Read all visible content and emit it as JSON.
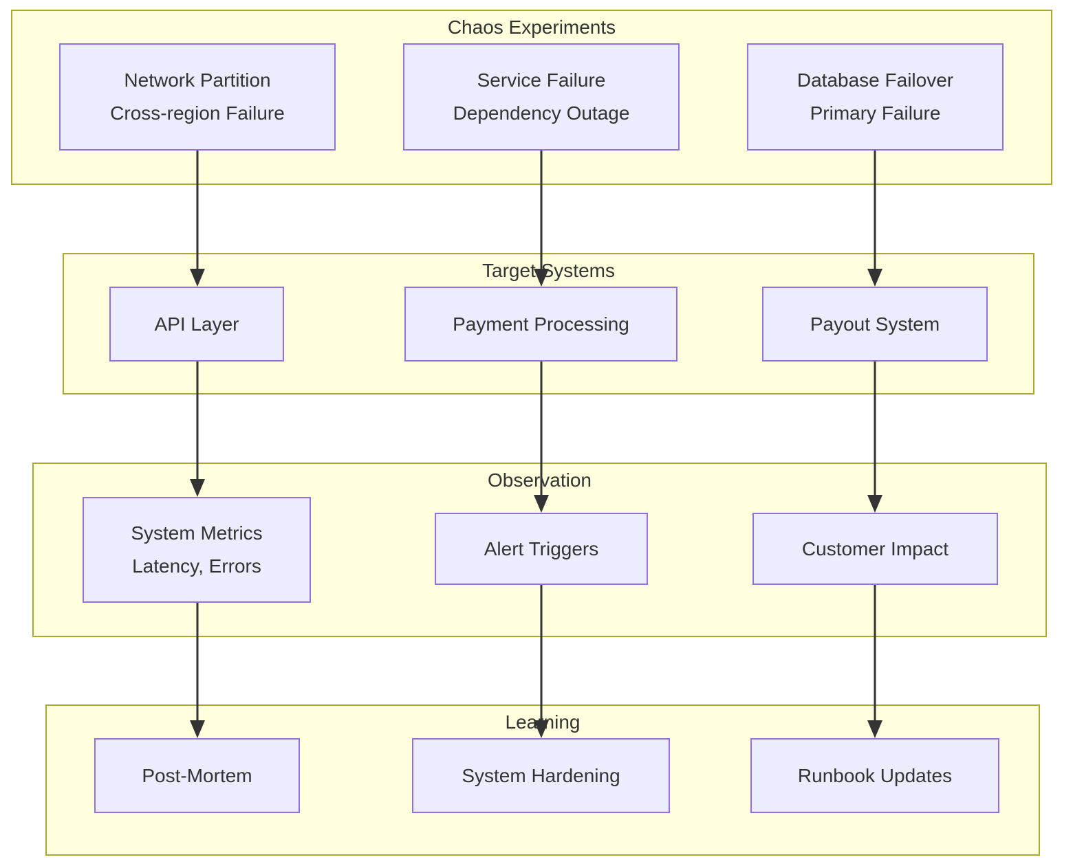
{
  "diagram_type": "flowchart-top-down",
  "groups": [
    {
      "label": "Chaos Experiments",
      "nodes": [
        {
          "name": "network-partition",
          "lines": [
            "Network Partition",
            "Cross-region Failure"
          ]
        },
        {
          "name": "service-failure",
          "lines": [
            "Service Failure",
            "Dependency Outage"
          ]
        },
        {
          "name": "database-failover",
          "lines": [
            "Database Failover",
            "Primary Failure"
          ]
        }
      ]
    },
    {
      "label": "Target Systems",
      "nodes": [
        {
          "name": "api-layer",
          "lines": [
            "API Layer"
          ]
        },
        {
          "name": "payment-processing",
          "lines": [
            "Payment Processing"
          ]
        },
        {
          "name": "payout-system",
          "lines": [
            "Payout System"
          ]
        }
      ]
    },
    {
      "label": "Observation",
      "nodes": [
        {
          "name": "system-metrics",
          "lines": [
            "System Metrics",
            "Latency, Errors"
          ]
        },
        {
          "name": "alert-triggers",
          "lines": [
            "Alert Triggers"
          ]
        },
        {
          "name": "customer-impact",
          "lines": [
            "Customer Impact"
          ]
        }
      ]
    },
    {
      "label": "Learning",
      "nodes": [
        {
          "name": "post-mortem",
          "lines": [
            "Post-Mortem"
          ]
        },
        {
          "name": "system-hardening",
          "lines": [
            "System Hardening"
          ]
        },
        {
          "name": "runbook-updates",
          "lines": [
            "Runbook Updates"
          ]
        }
      ]
    }
  ],
  "edges": [
    {
      "from": "network-partition",
      "to": "api-layer"
    },
    {
      "from": "service-failure",
      "to": "payment-processing"
    },
    {
      "from": "database-failover",
      "to": "payout-system"
    },
    {
      "from": "api-layer",
      "to": "system-metrics"
    },
    {
      "from": "payment-processing",
      "to": "alert-triggers"
    },
    {
      "from": "payout-system",
      "to": "customer-impact"
    },
    {
      "from": "system-metrics",
      "to": "post-mortem"
    },
    {
      "from": "alert-triggers",
      "to": "system-hardening"
    },
    {
      "from": "customer-impact",
      "to": "runbook-updates"
    }
  ],
  "colors": {
    "node_fill": "#ECECFF",
    "node_border": "#9370DB",
    "group_fill": "#ffffde",
    "group_border": "#aaaa33",
    "edge": "#333333",
    "text": "#333333",
    "background": "#ffffff"
  }
}
